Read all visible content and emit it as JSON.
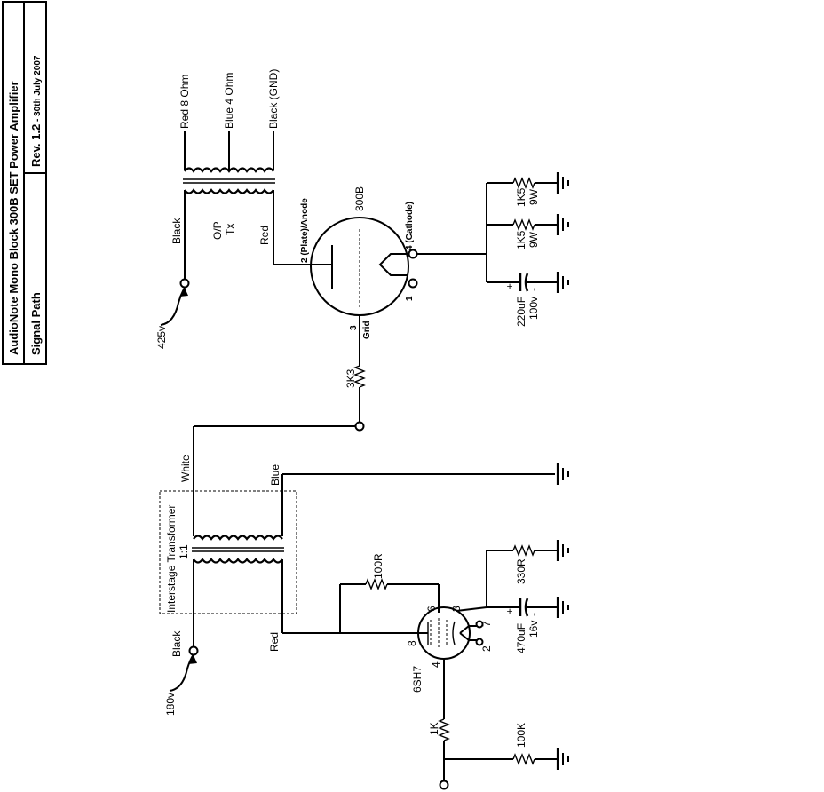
{
  "title_block": {
    "title": "AudioNote Mono Block 300B SET Power Amplifier",
    "subtitle": "Signal Path",
    "revision_prefix": "Rev. 1.2",
    "revision_date": " - 30th July 2007"
  },
  "output_transformer": {
    "taps": [
      "Red 8 Ohm",
      "Blue 4 Ohm",
      "Black (GND)"
    ],
    "primary_top": "Black",
    "primary_bottom": "Red",
    "name_line1": "O/P",
    "name_line2": "Tx",
    "supply": "425v"
  },
  "output_tube": {
    "name": "300B",
    "plate_label": "2 (Plate)/Anode",
    "cathode_label": "4 (Cathode)",
    "pin1": "1",
    "pin3": "3",
    "grid_label": "Grid",
    "grid_resistor": "3K3",
    "cathode_r1": "1K5",
    "cathode_r1_rating": "9W",
    "cathode_r2": "1K5",
    "cathode_r2_rating": "9W",
    "cathode_cap": "220uF",
    "cathode_cap_rating": "100v",
    "cap_plus": "+",
    "cap_minus": "-"
  },
  "interstage": {
    "name": "Interstage Transformer",
    "ratio": "1:1",
    "sec_top": "White",
    "sec_bottom": "Blue",
    "pri_top": "Black",
    "pri_bottom": "Red",
    "supply": "180v"
  },
  "driver_tube": {
    "name": "6SH7",
    "pins": [
      "6",
      "3",
      "8",
      "7",
      "2",
      "4"
    ],
    "feedback_resistor": "100R",
    "cathode_r": "330R",
    "cathode_cap": "470uF",
    "cathode_cap_rating": "16v",
    "cap_plus": "+",
    "cap_minus": "-",
    "cathode_pin_r": "1K",
    "input_r": "100K"
  }
}
